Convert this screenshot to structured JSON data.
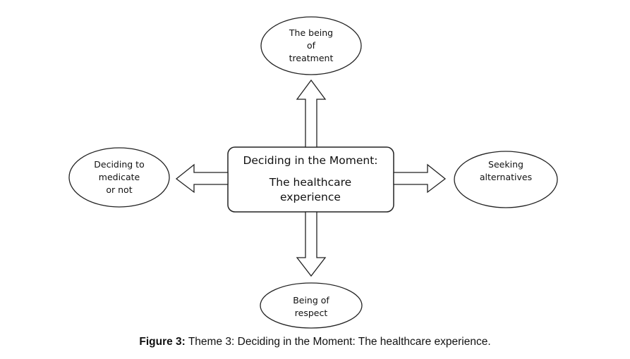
{
  "center": {
    "title": "Deciding in the Moment:",
    "subtitle_line1": "The healthcare",
    "subtitle_line2": "experience"
  },
  "nodes": {
    "top": [
      "The being",
      "of",
      "treatment"
    ],
    "left": [
      "Deciding to",
      "medicate",
      "or not"
    ],
    "right": [
      "Seeking",
      "alternatives"
    ],
    "bottom": [
      "Being of",
      "respect"
    ]
  },
  "caption": {
    "label": "Figure 3:",
    "text": "Theme 3: Deciding in the Moment: The healthcare experience."
  },
  "colors": {
    "stroke": "#222222",
    "fill": "#ffffff"
  }
}
